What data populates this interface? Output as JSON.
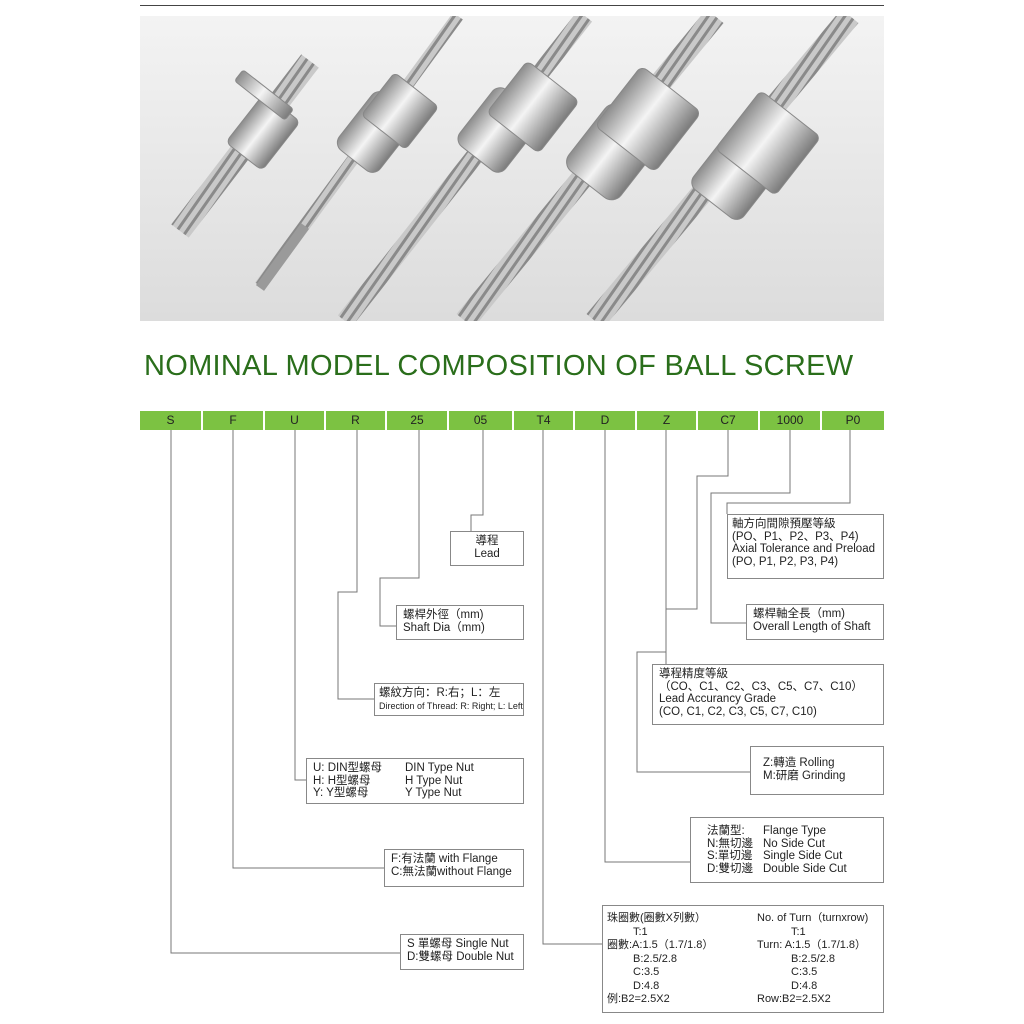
{
  "title": "NOMINAL MODEL COMPOSITION OF BALL SCREW",
  "codes": [
    "S",
    "F",
    "U",
    "R",
    "25",
    "05",
    "T4",
    "D",
    "Z",
    "C7",
    "1000",
    "P0"
  ],
  "boxes": {
    "lead": [
      "導程",
      "Lead"
    ],
    "shaft_dia": [
      "螺桿外徑（mm)",
      "Shaft Dia（mm)"
    ],
    "thread": [
      "螺紋方向：R:右；L：左",
      "Direction of Thread: R: Right; L: Left"
    ],
    "nut_type": {
      "left": [
        "U: DIN型螺母",
        "H: H型螺母",
        "Y: Y型螺母"
      ],
      "right": [
        "DIN Type Nut",
        "H  Type Nut",
        "Y  Type Nut"
      ]
    },
    "flange": [
      "F:有法蘭 with Flange",
      "C:無法蘭without Flange"
    ],
    "single_double": [
      "S 單螺母 Single Nut",
      "D:雙螺母 Double Nut"
    ],
    "preload": [
      "軸方向間隙預壓等級",
      "(PO、P1、P2、P3、P4)",
      "Axial Tolerance and Preload",
      "(PO, P1, P2, P3, P4)"
    ],
    "length": [
      "螺桿軸全長（mm)",
      "Overall Length of Shaft"
    ],
    "accuracy": [
      "導程精度等級",
      "（CO、C1、C2、C3、C5、C7、C10）",
      "Lead Accurancy Grade",
      "(CO, C1, C2, C3, C5, C7, C10)"
    ],
    "process": [
      "Z:轉造   Rolling",
      "M:研磨  Grinding"
    ],
    "flange_type": {
      "left": [
        "法蘭型:",
        "N:無切邊",
        "S:單切邊",
        "D:雙切邊"
      ],
      "right": [
        "Flange Type",
        "No Side Cut",
        "Single Side Cut",
        "Double Side Cut"
      ]
    },
    "turns": {
      "left": [
        "珠圈數(圈數X列數）",
        "T:1",
        "圈數:A:1.5（1.7/1.8）",
        "B:2.5/2.8",
        "C:3.5",
        "D:4.8",
        "例:B2=2.5X2"
      ],
      "right": [
        "No. of Turn（turnxrow)",
        "T:1",
        "Turn: A:1.5（1.7/1.8）",
        "B:2.5/2.8",
        "C:3.5",
        "D:4.8",
        "Row:B2=2.5X2"
      ]
    }
  },
  "colors": {
    "accent": "#7cc242",
    "title": "#2a6e1b",
    "line": "#777777"
  }
}
